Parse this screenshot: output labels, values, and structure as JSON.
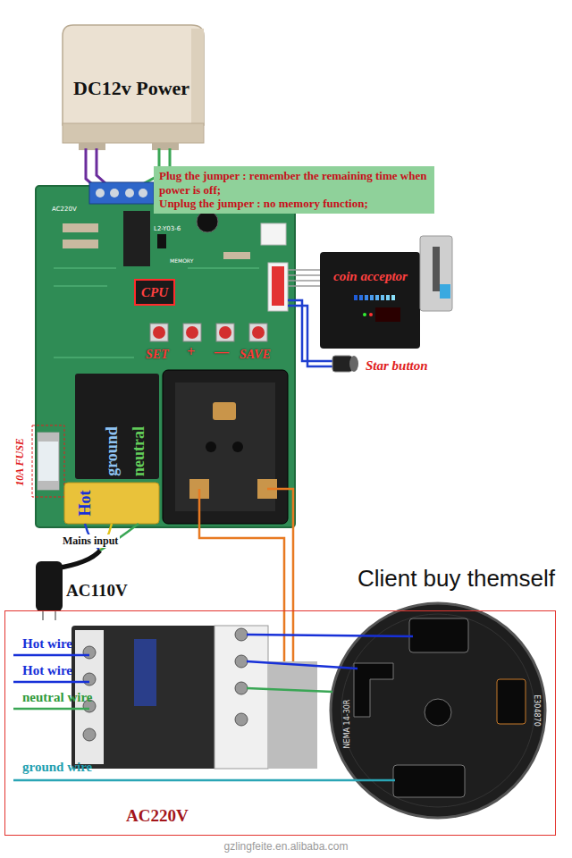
{
  "diagram": {
    "nodes": [
      {
        "text": [
          "DC12v Power"
        ]
      },
      {
        "text": [
          "Plug the jumper : remember the remaining time when power is off;",
          "Unplug the jumper : no memory function;"
        ]
      },
      {
        "text": [
          "CPU"
        ]
      },
      {
        "text": [
          "coin acceptor"
        ]
      },
      {
        "text": [
          "Star button"
        ]
      },
      {
        "text": [
          "Client buy themself",
          "AC220V"
        ]
      }
    ],
    "labels": [
      "AC220V",
      "L2-Y03-6",
      "MEMORY",
      "SET",
      "+",
      "—",
      "SAVE",
      "10A FUSE",
      "Hot",
      "ground",
      "neutral",
      "Mains input",
      "AC110V",
      "Hot wire",
      "Hot wire",
      "neutral wire",
      "ground wire",
      "NEMA 14-30R",
      "E304870",
      "gzlingfeite.en.alibaba.com"
    ]
  }
}
